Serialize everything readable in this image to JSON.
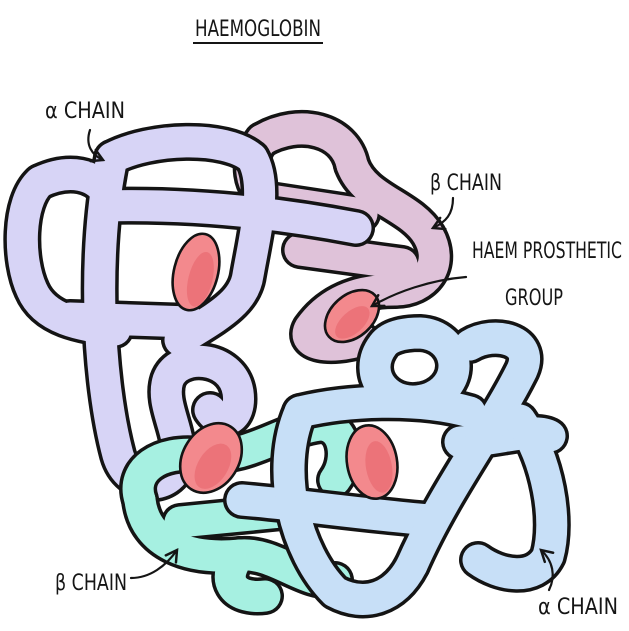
{
  "title": "HAEMOGLOBIN",
  "labels": {
    "alpha_chain_top": "α CHAIN",
    "beta_chain_top": "β CHAIN",
    "haem_group": [
      "HAEM PROSTHETIC",
      "GROUP"
    ],
    "beta_chain_bottom": "β CHAIN",
    "alpha_chain_bottom": "α CHAIN"
  },
  "colors": {
    "alpha_chain_top": "#d7d4f6",
    "beta_chain_top": "#dfc2d9",
    "beta_chain_bottom": "#a6f0e1",
    "alpha_chain_bottom": "#c7dff7",
    "haem": "#f3898d",
    "outline": "#141414"
  }
}
